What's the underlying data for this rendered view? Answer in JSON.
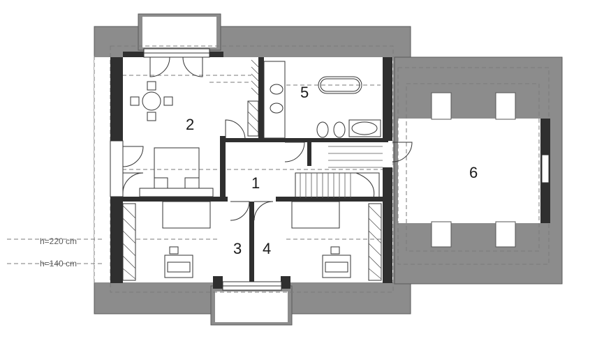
{
  "rooms": [
    {
      "num": "1"
    },
    {
      "num": "2"
    },
    {
      "num": "3"
    },
    {
      "num": "4"
    },
    {
      "num": "5"
    },
    {
      "num": "6"
    }
  ],
  "heights": {
    "h220": "h=220 cm",
    "h140": "h=140 cm"
  },
  "colors": {
    "roof": "#8c8c8c",
    "wall": "#2f2f2f"
  }
}
